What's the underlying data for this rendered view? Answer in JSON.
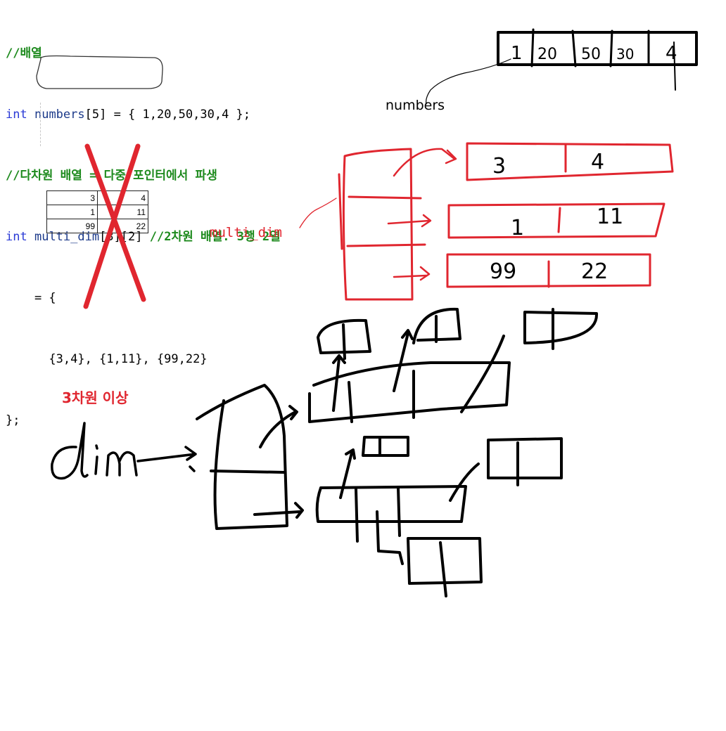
{
  "code": {
    "line1": "//배열",
    "line2_kw": "int",
    "line2_id": "numbers",
    "line2_rest": "[5] = { 1,20,50,30,4 };",
    "line3": "//다차원 배열 = 다중 포인터에서 파생",
    "line4_kw": "int",
    "line4_id": "multi_dim",
    "line4_dims": "[3][2]",
    "line4_comment": " //2차원 배열. 3행 2열",
    "line5": "    = {",
    "line6": "      {3,4}, {1,11}, {99,22}",
    "line7": "};"
  },
  "grid_table": {
    "rows": [
      [
        "3",
        "4"
      ],
      [
        "1",
        "11"
      ],
      [
        "99",
        "22"
      ]
    ]
  },
  "labels": {
    "numbers_label": "numbers",
    "multi_dim_label": "multi_dim",
    "three_dim_label": "3차원 이상",
    "dim_label": "dim"
  },
  "numbers_cells": [
    "1",
    "20",
    "50",
    "30",
    "4"
  ],
  "multi_dim_rows": [
    [
      "3",
      "4"
    ],
    [
      "1",
      "11"
    ],
    [
      "99",
      "22"
    ]
  ],
  "colors": {
    "comment": "#1d8a1d",
    "keyword": "#2a3ad6",
    "identifier": "#1c3a8a",
    "ink_red": "#e0262f",
    "ink_black": "#000000"
  }
}
